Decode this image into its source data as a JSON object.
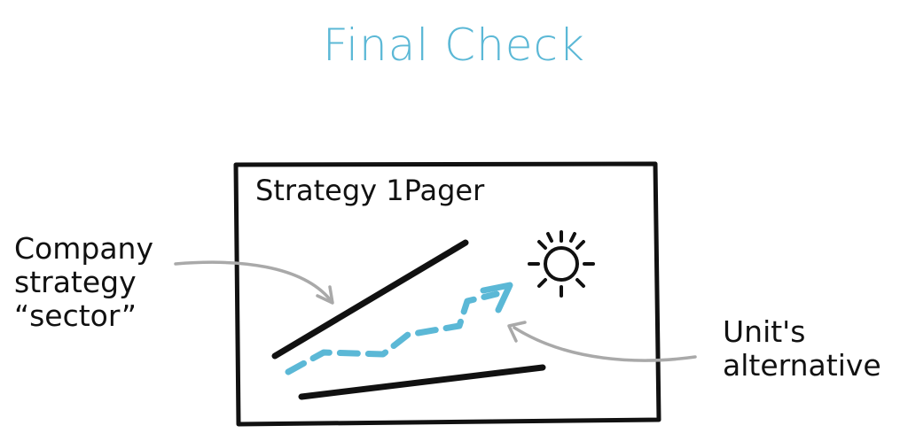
{
  "title": "Final Check",
  "card": {
    "title": "Strategy 1Pager"
  },
  "annotations": {
    "left": [
      "Company",
      "strategy",
      "“sector”"
    ],
    "right": [
      "Unit's",
      "alternative"
    ]
  },
  "colors": {
    "accent": "#5bb8d6",
    "ink": "#111111",
    "arrow": "#a9a9a9"
  },
  "icons": [
    "sun-icon"
  ]
}
